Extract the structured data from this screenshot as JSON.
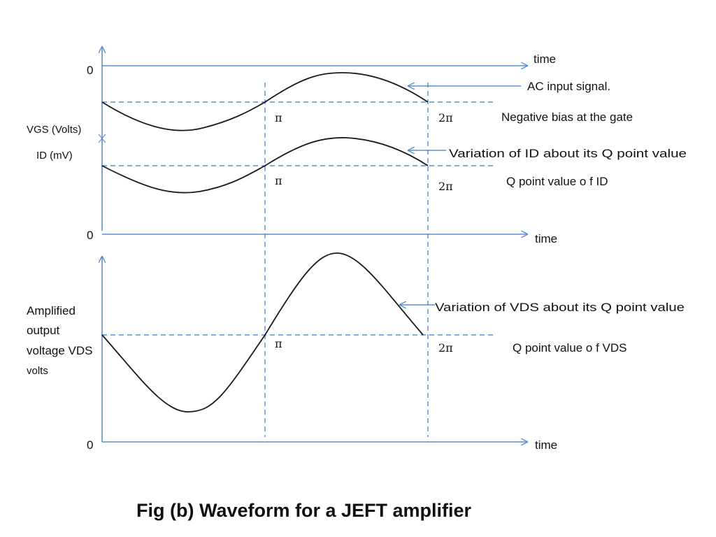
{
  "labels": {
    "zero": "0",
    "time": "time",
    "pi": "π",
    "two_pi": "2π",
    "vgs_axis": "VGS (Volts)",
    "id_axis": "ID  (mV)",
    "vds_axis_lines": [
      "Amplified",
      "output",
      "voltage VDS",
      "volts"
    ]
  },
  "annotations": {
    "ac_input": "AC input signal.",
    "negative_bias": "Negative bias at the gate",
    "variation_id": "Variation of ID about  its Q point  value",
    "q_point_id": "Q point value o f ID",
    "variation_vds": "Variation of VDS about  its Q point  value",
    "q_point_vds": "Q point value o f VDS"
  },
  "caption": "Fig (b) Waveform for a JEFT amplifier",
  "colors": {
    "axis": "#5b8fd0",
    "guide": "#5b8fd0",
    "curve": "#1a1a1a",
    "text": "#111111"
  }
}
